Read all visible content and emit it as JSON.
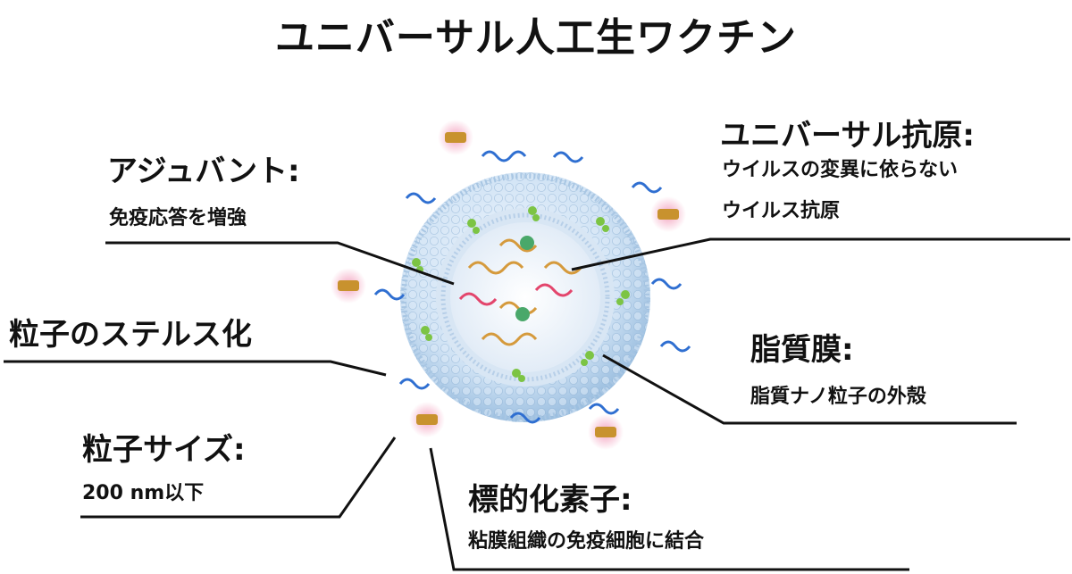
{
  "title": "ユニバーサル人工生ワクチン",
  "labels": {
    "adjuvant": {
      "heading": "アジュバント:",
      "desc": "免疫応答を増強"
    },
    "antigen": {
      "heading": "ユニバーサル抗原:",
      "desc_line1": "ウイルスの変異に依らない",
      "desc_line2": "ウイルス抗原"
    },
    "stealth": {
      "heading": "粒子のステルス化"
    },
    "lipid": {
      "heading": "脂質膜:",
      "desc": "脂質ナノ粒子の外殻"
    },
    "size": {
      "heading": "粒子サイズ:",
      "desc": "200 nm以下"
    },
    "targeting": {
      "heading": "標的化素子:",
      "desc": "粘膜組織の免疫細胞に結合"
    }
  },
  "colors": {
    "text": "#111111",
    "lipid_bead": "#bcd6ee",
    "peg": "#2f6fd1",
    "targeting_glow": "#f2a6c2",
    "targeting_ligand": "#c8922e",
    "adjuvant": "#7cc444",
    "rna_pink": "#e3456c",
    "rna_gold": "#d59a3c"
  }
}
